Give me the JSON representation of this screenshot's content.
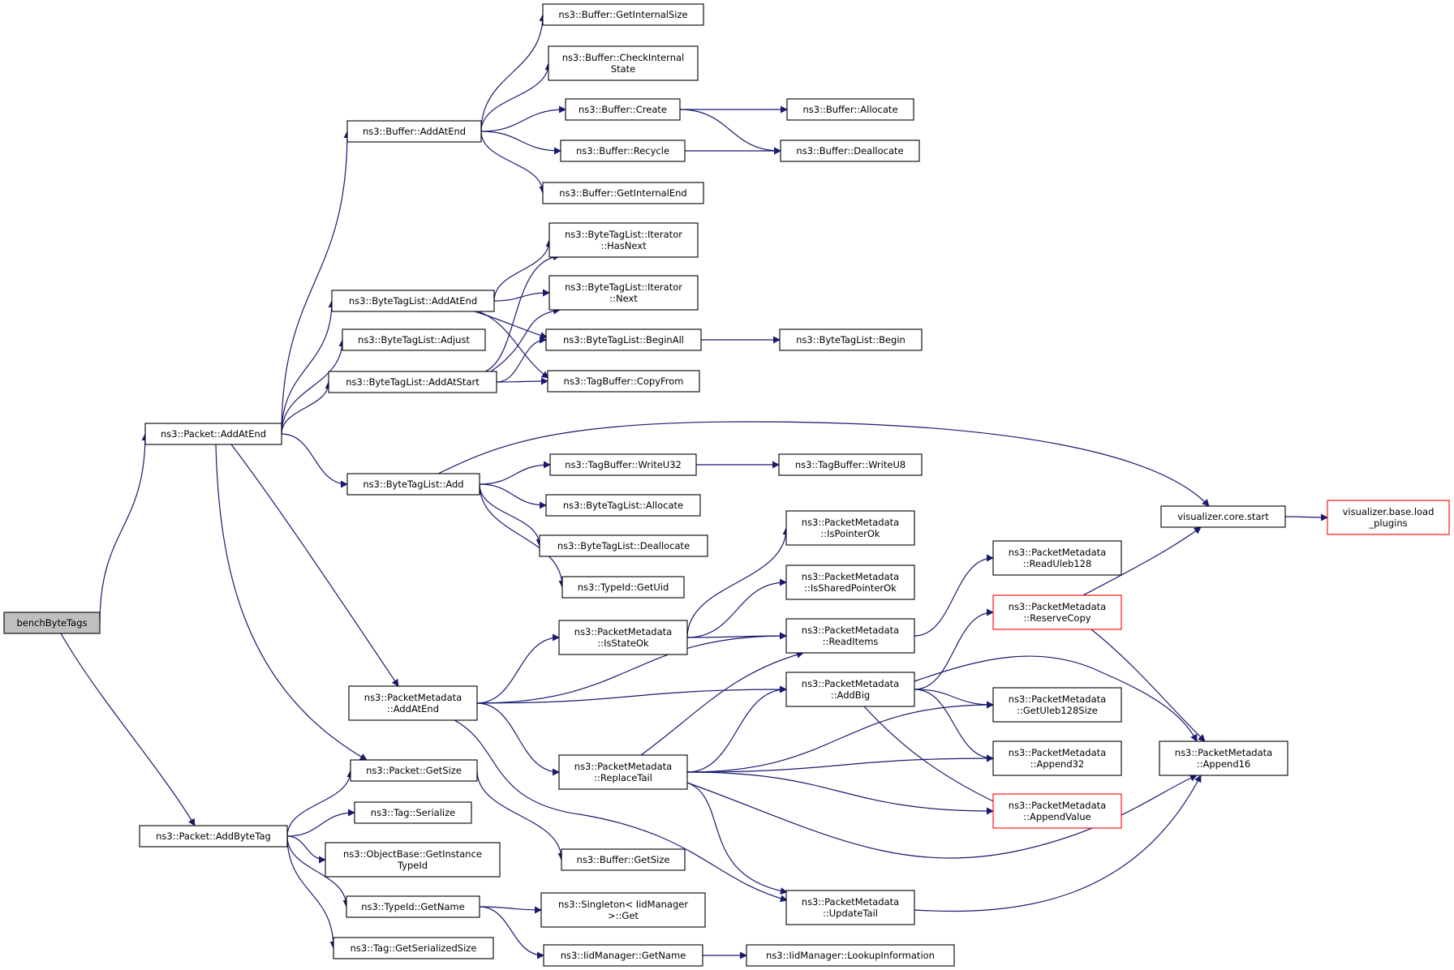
{
  "root": "benchByteTags",
  "nodes": [
    {
      "id": "benchByteTags",
      "lines": [
        "benchByteTags"
      ],
      "root": true
    },
    {
      "id": "pkt_addatend",
      "lines": [
        "ns3::Packet::AddAtEnd"
      ]
    },
    {
      "id": "pkt_addbytetag",
      "lines": [
        "ns3::Packet::AddByteTag"
      ]
    },
    {
      "id": "buf_addatend",
      "lines": [
        "ns3::Buffer::AddAtEnd"
      ]
    },
    {
      "id": "btl_addatend",
      "lines": [
        "ns3::ByteTagList::AddAtEnd"
      ]
    },
    {
      "id": "btl_adjust",
      "lines": [
        "ns3::ByteTagList::Adjust"
      ]
    },
    {
      "id": "btl_addatstart",
      "lines": [
        "ns3::ByteTagList::AddAtStart"
      ]
    },
    {
      "id": "btl_add",
      "lines": [
        "ns3::ByteTagList::Add"
      ]
    },
    {
      "id": "pm_addatend",
      "lines": [
        "ns3::PacketMetadata",
        "::AddAtEnd"
      ]
    },
    {
      "id": "pkt_getsize",
      "lines": [
        "ns3::Packet::GetSize"
      ]
    },
    {
      "id": "tag_serialize",
      "lines": [
        "ns3::Tag::Serialize"
      ]
    },
    {
      "id": "ob_getinstance",
      "lines": [
        "ns3::ObjectBase::GetInstance",
        "TypeId"
      ]
    },
    {
      "id": "typeid_getname",
      "lines": [
        "ns3::TypeId::GetName"
      ]
    },
    {
      "id": "tag_getser",
      "lines": [
        "ns3::Tag::GetSerializedSize"
      ]
    },
    {
      "id": "buf_getinternalsize",
      "lines": [
        "ns3::Buffer::GetInternalSize"
      ]
    },
    {
      "id": "buf_checkinternal",
      "lines": [
        "ns3::Buffer::CheckInternal",
        "State"
      ]
    },
    {
      "id": "buf_create",
      "lines": [
        "ns3::Buffer::Create"
      ]
    },
    {
      "id": "buf_recycle",
      "lines": [
        "ns3::Buffer::Recycle"
      ]
    },
    {
      "id": "buf_getinternalend",
      "lines": [
        "ns3::Buffer::GetInternalEnd"
      ]
    },
    {
      "id": "btl_it_hasnext",
      "lines": [
        "ns3::ByteTagList::Iterator",
        "::HasNext"
      ]
    },
    {
      "id": "btl_it_next",
      "lines": [
        "ns3::ByteTagList::Iterator",
        "::Next"
      ]
    },
    {
      "id": "btl_beginall",
      "lines": [
        "ns3::ByteTagList::BeginAll"
      ]
    },
    {
      "id": "tb_copyfrom",
      "lines": [
        "ns3::TagBuffer::CopyFrom"
      ]
    },
    {
      "id": "tb_writeu32",
      "lines": [
        "ns3::TagBuffer::WriteU32"
      ]
    },
    {
      "id": "btl_allocate",
      "lines": [
        "ns3::ByteTagList::Allocate"
      ]
    },
    {
      "id": "btl_deallocate",
      "lines": [
        "ns3::ByteTagList::Deallocate"
      ]
    },
    {
      "id": "typeid_getuid",
      "lines": [
        "ns3::TypeId::GetUid"
      ]
    },
    {
      "id": "pm_isstateok",
      "lines": [
        "ns3::PacketMetadata",
        "::IsStateOk"
      ]
    },
    {
      "id": "pm_replacetail",
      "lines": [
        "ns3::PacketMetadata",
        "::ReplaceTail"
      ]
    },
    {
      "id": "buf_getsize",
      "lines": [
        "ns3::Buffer::GetSize"
      ]
    },
    {
      "id": "singleton_get",
      "lines": [
        "ns3::Singleton< IidManager",
        ">::Get"
      ]
    },
    {
      "id": "iid_getname",
      "lines": [
        "ns3::IidManager::GetName"
      ]
    },
    {
      "id": "buf_allocate",
      "lines": [
        "ns3::Buffer::Allocate"
      ]
    },
    {
      "id": "buf_deallocate",
      "lines": [
        "ns3::Buffer::Deallocate"
      ]
    },
    {
      "id": "btl_begin",
      "lines": [
        "ns3::ByteTagList::Begin"
      ]
    },
    {
      "id": "tb_writeu8",
      "lines": [
        "ns3::TagBuffer::WriteU8"
      ]
    },
    {
      "id": "pm_ispointerok",
      "lines": [
        "ns3::PacketMetadata",
        "::IsPointerOk"
      ]
    },
    {
      "id": "pm_issharedpointerok",
      "lines": [
        "ns3::PacketMetadata",
        "::IsSharedPointerOk"
      ]
    },
    {
      "id": "pm_readitems",
      "lines": [
        "ns3::PacketMetadata",
        "::ReadItems"
      ]
    },
    {
      "id": "pm_addbig",
      "lines": [
        "ns3::PacketMetadata",
        "::AddBig"
      ]
    },
    {
      "id": "pm_updatetail",
      "lines": [
        "ns3::PacketMetadata",
        "::UpdateTail"
      ]
    },
    {
      "id": "iid_lookup",
      "lines": [
        "ns3::IidManager::LookupInformation"
      ]
    },
    {
      "id": "pm_readuleb",
      "lines": [
        "ns3::PacketMetadata",
        "::ReadUleb128"
      ]
    },
    {
      "id": "pm_reservecopy",
      "lines": [
        "ns3::PacketMetadata",
        "::ReserveCopy"
      ],
      "truncated": true
    },
    {
      "id": "pm_getuleb",
      "lines": [
        "ns3::PacketMetadata",
        "::GetUleb128Size"
      ]
    },
    {
      "id": "pm_append32",
      "lines": [
        "ns3::PacketMetadata",
        "::Append32"
      ]
    },
    {
      "id": "pm_appendvalue",
      "lines": [
        "ns3::PacketMetadata",
        "::AppendValue"
      ],
      "truncated": true
    },
    {
      "id": "viz_start",
      "lines": [
        "visualizer.core.start"
      ]
    },
    {
      "id": "pm_append16",
      "lines": [
        "ns3::PacketMetadata",
        "::Append16"
      ]
    },
    {
      "id": "viz_load",
      "lines": [
        "visualizer.base.load",
        "_plugins"
      ],
      "truncated": true
    }
  ],
  "edges": [
    [
      "benchByteTags",
      "pkt_addatend"
    ],
    [
      "benchByteTags",
      "pkt_addbytetag"
    ],
    [
      "pkt_addatend",
      "buf_addatend"
    ],
    [
      "pkt_addatend",
      "btl_addatend"
    ],
    [
      "pkt_addatend",
      "btl_adjust"
    ],
    [
      "pkt_addatend",
      "btl_addatstart"
    ],
    [
      "pkt_addatend",
      "btl_add"
    ],
    [
      "pkt_addatend",
      "pm_addatend"
    ],
    [
      "pkt_addatend",
      "pkt_getsize"
    ],
    [
      "buf_addatend",
      "buf_getinternalsize"
    ],
    [
      "buf_addatend",
      "buf_checkinternal"
    ],
    [
      "buf_addatend",
      "buf_create"
    ],
    [
      "buf_addatend",
      "buf_recycle"
    ],
    [
      "buf_addatend",
      "buf_getinternalend"
    ],
    [
      "buf_create",
      "buf_allocate"
    ],
    [
      "buf_create",
      "buf_deallocate"
    ],
    [
      "buf_recycle",
      "buf_deallocate"
    ],
    [
      "btl_addatend",
      "btl_it_hasnext"
    ],
    [
      "btl_addatend",
      "btl_it_next"
    ],
    [
      "btl_addatend",
      "btl_beginall"
    ],
    [
      "btl_addatend",
      "tb_copyfrom"
    ],
    [
      "btl_addatstart",
      "btl_it_hasnext"
    ],
    [
      "btl_addatstart",
      "btl_it_next"
    ],
    [
      "btl_addatstart",
      "btl_beginall"
    ],
    [
      "btl_addatstart",
      "tb_copyfrom"
    ],
    [
      "btl_beginall",
      "btl_begin"
    ],
    [
      "btl_add",
      "tb_writeu32"
    ],
    [
      "btl_add",
      "btl_allocate"
    ],
    [
      "btl_add",
      "btl_deallocate"
    ],
    [
      "btl_add",
      "typeid_getuid"
    ],
    [
      "btl_add",
      "viz_start"
    ],
    [
      "tb_writeu32",
      "tb_writeu8"
    ],
    [
      "pm_addatend",
      "pm_isstateok"
    ],
    [
      "pm_addatend",
      "pm_readitems"
    ],
    [
      "pm_addatend",
      "pm_addbig"
    ],
    [
      "pm_addatend",
      "pm_replacetail"
    ],
    [
      "pm_addatend",
      "pm_updatetail"
    ],
    [
      "pm_isstateok",
      "pm_ispointerok"
    ],
    [
      "pm_isstateok",
      "pm_issharedpointerok"
    ],
    [
      "pm_isstateok",
      "pm_readitems"
    ],
    [
      "pm_readitems",
      "pm_readuleb"
    ],
    [
      "pm_addbig",
      "pm_reservecopy"
    ],
    [
      "pm_addbig",
      "pm_getuleb"
    ],
    [
      "pm_addbig",
      "pm_append32"
    ],
    [
      "pm_addbig",
      "pm_appendvalue"
    ],
    [
      "pm_addbig",
      "pm_append16"
    ],
    [
      "pm_replacetail",
      "pm_readitems"
    ],
    [
      "pm_replacetail",
      "pm_addbig"
    ],
    [
      "pm_replacetail",
      "pm_getuleb"
    ],
    [
      "pm_replacetail",
      "pm_append32"
    ],
    [
      "pm_replacetail",
      "pm_appendvalue"
    ],
    [
      "pm_replacetail",
      "pm_append16"
    ],
    [
      "pm_replacetail",
      "pm_updatetail"
    ],
    [
      "pm_updatetail",
      "pm_append16"
    ],
    [
      "pm_reservecopy",
      "viz_start"
    ],
    [
      "pm_reservecopy",
      "pm_append16"
    ],
    [
      "viz_start",
      "viz_load"
    ],
    [
      "pkt_addbytetag",
      "pkt_getsize"
    ],
    [
      "pkt_addbytetag",
      "tag_serialize"
    ],
    [
      "pkt_addbytetag",
      "ob_getinstance"
    ],
    [
      "pkt_addbytetag",
      "typeid_getname"
    ],
    [
      "pkt_addbytetag",
      "tag_getser"
    ],
    [
      "pkt_getsize",
      "buf_getsize"
    ],
    [
      "typeid_getname",
      "singleton_get"
    ],
    [
      "typeid_getname",
      "iid_getname"
    ],
    [
      "iid_getname",
      "iid_lookup"
    ]
  ]
}
